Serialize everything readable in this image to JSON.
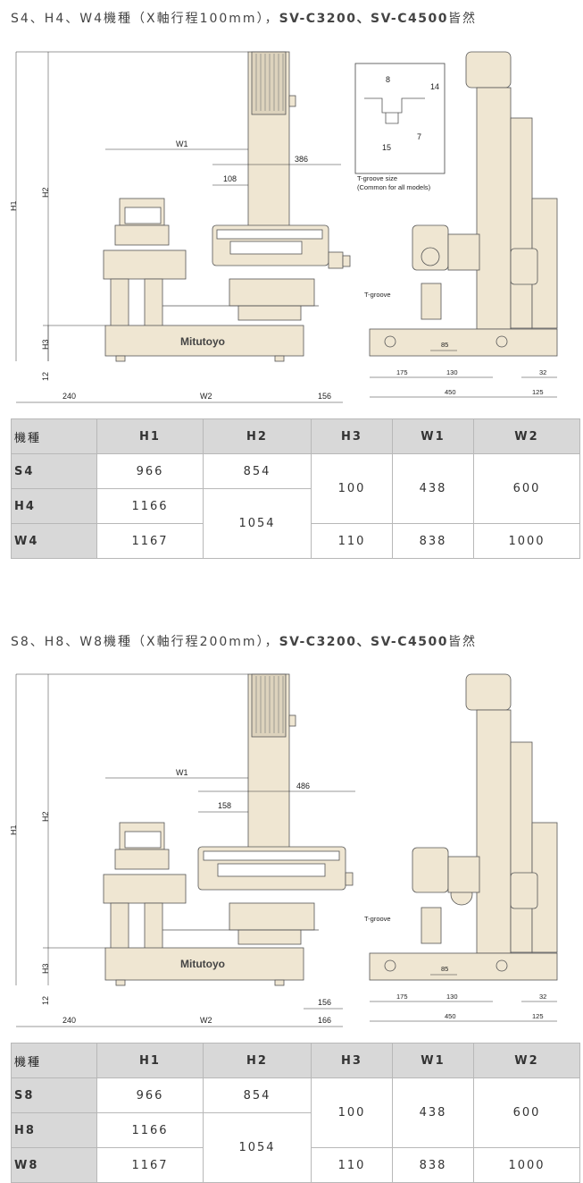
{
  "sections": [
    {
      "heading_prefix": "S4、H4、W4機種（X軸行程100mm），",
      "heading_bold": "SV-C3200、SV-C4500",
      "heading_suffix": "皆然",
      "drawing": {
        "W1": "W1",
        "H1": "H1",
        "H2": "H2",
        "H3": "H3",
        "W2": "W2",
        "dim_108": "108",
        "dim_386": "386",
        "dim_12": "12",
        "dim_240": "240",
        "dim_156": "156",
        "brand": "Mitutoyo",
        "tgroove_8": "8",
        "tgroove_14": "14",
        "tgroove_7": "7",
        "tgroove_15": "15",
        "tgroove_size": "T-groove size",
        "tgroove_common": "(Common for all models)",
        "tgroove_label": "T-groove",
        "dim_85": "85",
        "dim_175": "175",
        "dim_130": "130",
        "dim_32": "32",
        "dim_450": "450",
        "dim_125": "125"
      },
      "table": {
        "headers": [
          "機種",
          "H1",
          "H2",
          "H3",
          "W1",
          "W2"
        ],
        "row1": {
          "model": "S4",
          "h1": "966",
          "h2": "854"
        },
        "row2": {
          "model": "H4",
          "h1": "1166"
        },
        "row3": {
          "model": "W4",
          "h1": "1167",
          "h3": "110",
          "w1": "838",
          "w2": "1000"
        },
        "merged_h2": "1054",
        "merged_h3": "100",
        "merged_w1": "438",
        "merged_w2": "600"
      }
    },
    {
      "heading_prefix": "S8、H8、W8機種（X軸行程200mm），",
      "heading_bold": "SV-C3200、SV-C4500",
      "heading_suffix": "皆然",
      "drawing": {
        "W1": "W1",
        "H1": "H1",
        "H2": "H2",
        "H3": "H3",
        "W2": "W2",
        "dim_108": "158",
        "dim_386": "486",
        "dim_12": "12",
        "dim_240": "240",
        "dim_156": "156",
        "dim_166": "166",
        "brand": "Mitutoyo",
        "tgroove_label": "T-groove",
        "dim_85": "85",
        "dim_175": "175",
        "dim_130": "130",
        "dim_32": "32",
        "dim_450": "450",
        "dim_125": "125"
      },
      "table": {
        "headers": [
          "機種",
          "H1",
          "H2",
          "H3",
          "W1",
          "W2"
        ],
        "row1": {
          "model": "S8",
          "h1": "966",
          "h2": "854"
        },
        "row2": {
          "model": "H8",
          "h1": "1166"
        },
        "row3": {
          "model": "W8",
          "h1": "1167",
          "h3": "110",
          "w1": "838",
          "w2": "1000"
        },
        "merged_h2": "1054",
        "merged_h3": "100",
        "merged_w1": "438",
        "merged_w2": "600"
      }
    }
  ],
  "colors": {
    "machine_fill": "#efe6d2",
    "machine_stroke": "#555555",
    "header_bg": "#d8d8d8",
    "border": "#b8b8b8"
  }
}
